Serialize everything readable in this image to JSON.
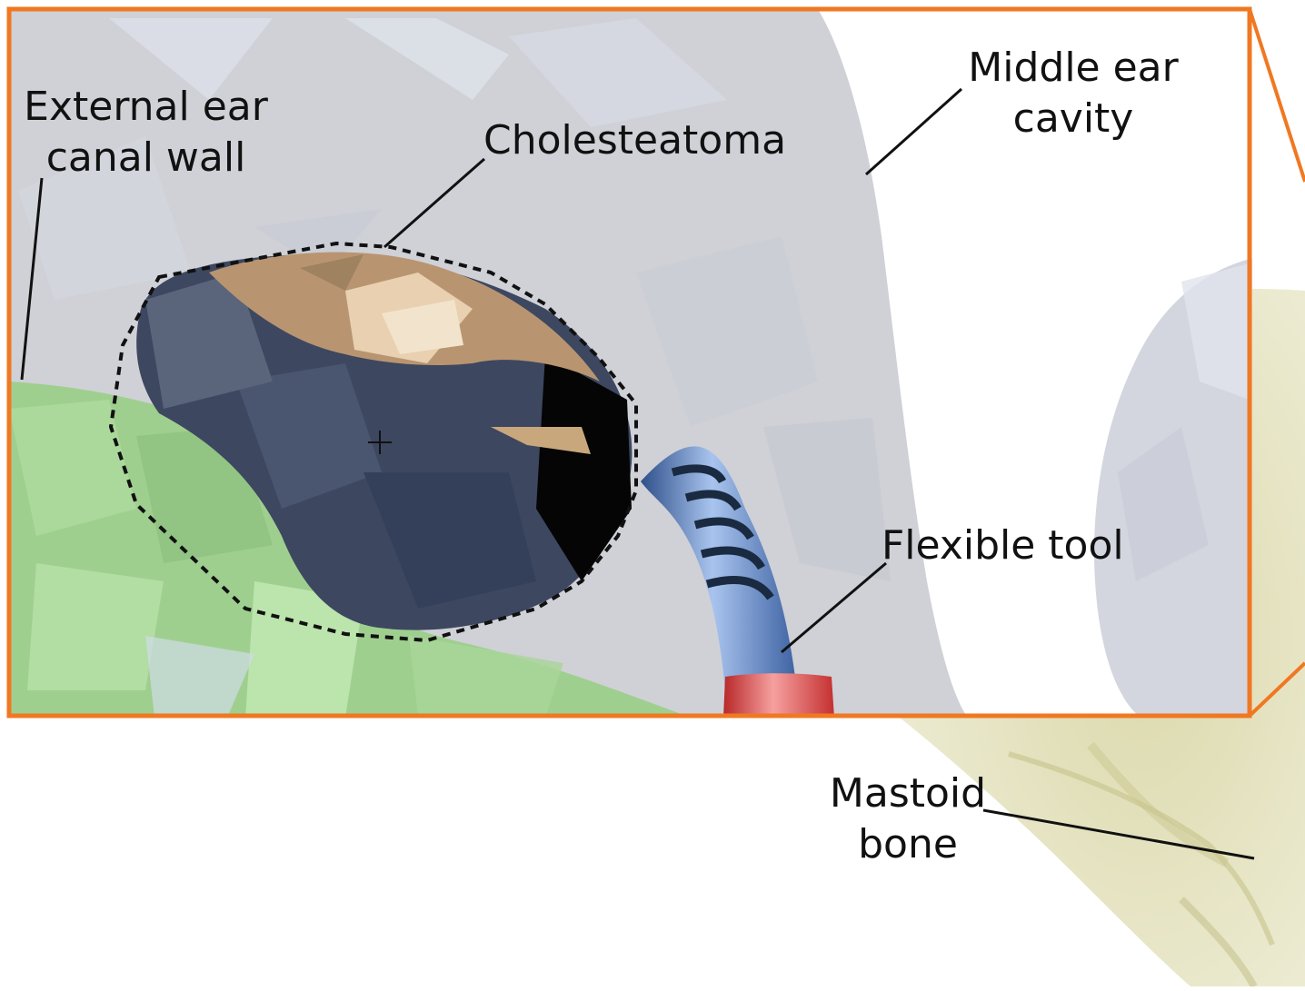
{
  "labels": {
    "external_ear_canal_wall": [
      "External ear",
      "canal wall"
    ],
    "cholesteatoma": "Cholesteatoma",
    "middle_ear_cavity": [
      "Middle ear",
      "cavity"
    ],
    "flexible_tool": "Flexible tool",
    "mastoid_bone": [
      "Mastoid",
      "bone"
    ]
  },
  "colors": {
    "inset_frame": "#f07822",
    "cavity_surface": "#cfd2d8",
    "canal_wall": "#9fcf8f",
    "cholesteatoma_dark": "#3d4760",
    "cholesteatoma_tan": "#c8a57a",
    "tool_blue": "#5a84c4",
    "tool_tip_red": "#d94040",
    "mastoid": "#dcdcb4"
  }
}
